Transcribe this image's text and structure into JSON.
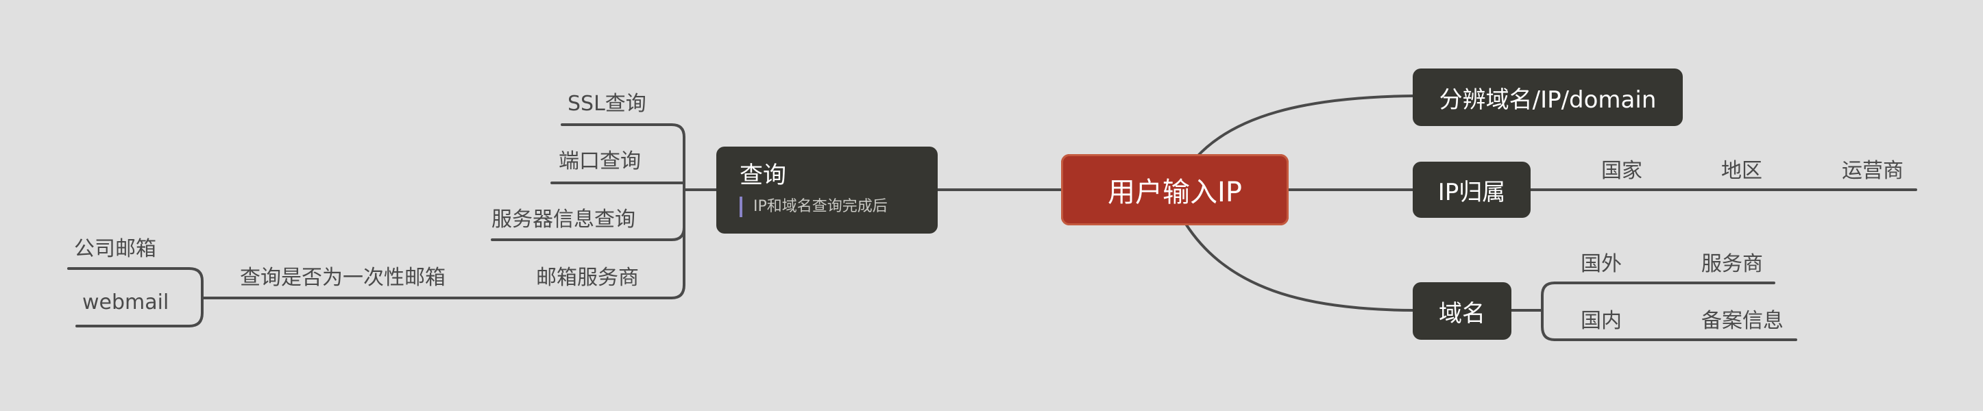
{
  "root": {
    "label": "用户输入IP"
  },
  "right": {
    "distinguish": {
      "label": "分辨域名/IP/domain"
    },
    "ip_owner": {
      "label": "IP归属",
      "children": [
        "国家",
        "地区",
        "运营商"
      ]
    },
    "domain": {
      "label": "域名",
      "children": [
        {
          "label": "国外",
          "child": "服务商"
        },
        {
          "label": "国内",
          "child": "备案信息"
        }
      ]
    }
  },
  "left": {
    "query": {
      "label": "查询",
      "note": "IP和域名查询完成后",
      "children": [
        "SSL查询",
        "端口查询",
        "服务器信息查询",
        "邮箱服务商"
      ]
    },
    "mail": {
      "label": "查询是否为一次性邮箱",
      "children": [
        "公司邮箱",
        "webmail"
      ]
    }
  },
  "colors": {
    "background": "#e0e0e0",
    "root": "#a83325",
    "topic": "#363631",
    "line": "#4a4a4a",
    "note_marker": "#8a84c8"
  }
}
